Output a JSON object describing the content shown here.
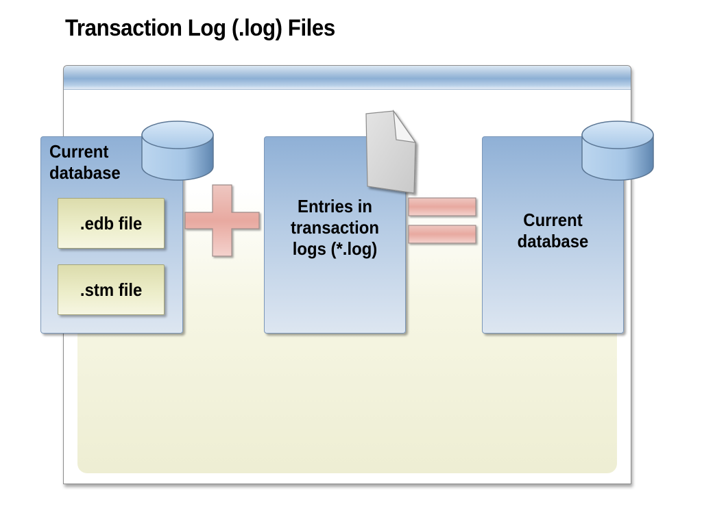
{
  "title": "Transaction Log (.log) Files",
  "left_box": {
    "label_line1": "Current",
    "label_line2": "database",
    "files": [
      ".edb file",
      ".stm file"
    ]
  },
  "middle_box": {
    "label_line1": "Entries in",
    "label_line2": "transaction",
    "label_line3": "logs (*.log)"
  },
  "right_box": {
    "label_line1": "Current",
    "label_line2": "database"
  },
  "operators": [
    "plus",
    "equals"
  ],
  "icons": [
    "database-cylinder-icon",
    "document-icon",
    "database-cylinder-icon"
  ],
  "colors": {
    "box_blue": "#8fb0d6",
    "file_tan": "#ecedc9",
    "operator_pink": "#f0b7b0"
  }
}
